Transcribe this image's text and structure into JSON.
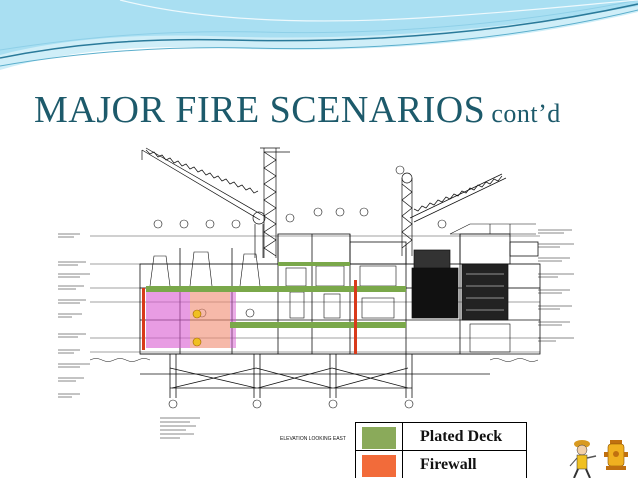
{
  "slide": {
    "title": "MAJOR FIRE SCENARIOS",
    "title_suffix": "cont’d"
  },
  "drawing": {
    "caption": "ELEVATION LOOKING EAST",
    "icon": "offshore-platform-elevation-drawing"
  },
  "legend": {
    "items": [
      {
        "label": "Plated Deck",
        "color": "#8aaa5a"
      },
      {
        "label": "Firewall",
        "color": "#f26b3a"
      }
    ]
  },
  "colors": {
    "title": "#1d5a6b",
    "wave_dark": "#2a7a9a",
    "wave_light": "#8fd0e8",
    "zone_pink": "#d85ad0",
    "zone_orange": "#f08a70",
    "plated_deck": "#7aa84a",
    "firewall": "#d83a1a"
  }
}
